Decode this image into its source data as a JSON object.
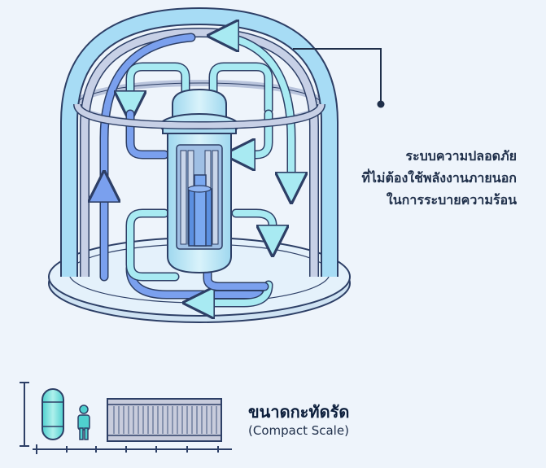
{
  "callout": {
    "lines": [
      "ระบบความปลอดภัย",
      "ที่ไม่ต้องใช้พลังงานภายนอก",
      "ในการระบายความร้อน"
    ]
  },
  "scale": {
    "title": "ขนาดกะทัดรัด",
    "subtitle": "(Compact Scale)"
  },
  "colors": {
    "background": "#eef4fb",
    "outline": "#2d3f66",
    "flow_light": "#9ee6f0",
    "flow_blue": "#6f93e8",
    "vessel": "#b8e6f5",
    "core": "#6fa0ec",
    "container": "#c8ccdc"
  },
  "icons": [
    "reactor-vessel-icon",
    "person-icon",
    "shipping-container-icon"
  ]
}
